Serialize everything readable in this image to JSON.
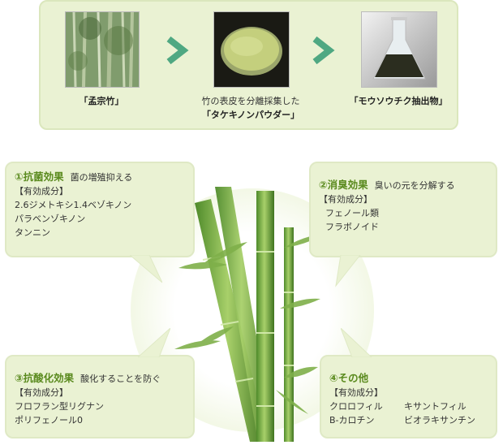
{
  "process": {
    "step1_caption": "「孟宗竹」",
    "step2_caption_line1": "竹の表皮を分離採集した",
    "step2_caption_line2": "「タケキノンパウダー」",
    "step3_caption": "「モウソウチク抽出物」"
  },
  "effects": {
    "e1": {
      "title": "①抗菌効果",
      "subtitle": "菌の増殖抑える",
      "tag": "【有効成分】",
      "items": [
        "2.6ジメトキシ1.4ベゾキノン",
        "パラベンゾキノン",
        "タンニン"
      ]
    },
    "e2": {
      "title": "②消臭効果",
      "subtitle": "臭いの元を分解する",
      "tag": "【有効成分】",
      "items": [
        "フェノール類",
        "フラボノイド"
      ]
    },
    "e3": {
      "title": "③抗酸化効果",
      "subtitle": "酸化することを防ぐ",
      "tag": "【有効成分】",
      "items": [
        "フロフラン型リグナン",
        "ポリフェノール0"
      ]
    },
    "e4": {
      "title": "④その他",
      "tag": "【有効成分】",
      "items_col1": [
        "クロロフィル",
        "B-カロチン"
      ],
      "items_col2": [
        "キサントフィル",
        "ビオラキサンチン"
      ]
    }
  },
  "colors": {
    "panel_bg": "#eaf2d3",
    "arrow": "#4fa882",
    "title_green": "#5a8a1e"
  },
  "icons": [
    "bamboo-forest-photo",
    "powder-dish-photo",
    "extract-flask-photo",
    "arrow-right-icon",
    "bamboo-illustration"
  ]
}
